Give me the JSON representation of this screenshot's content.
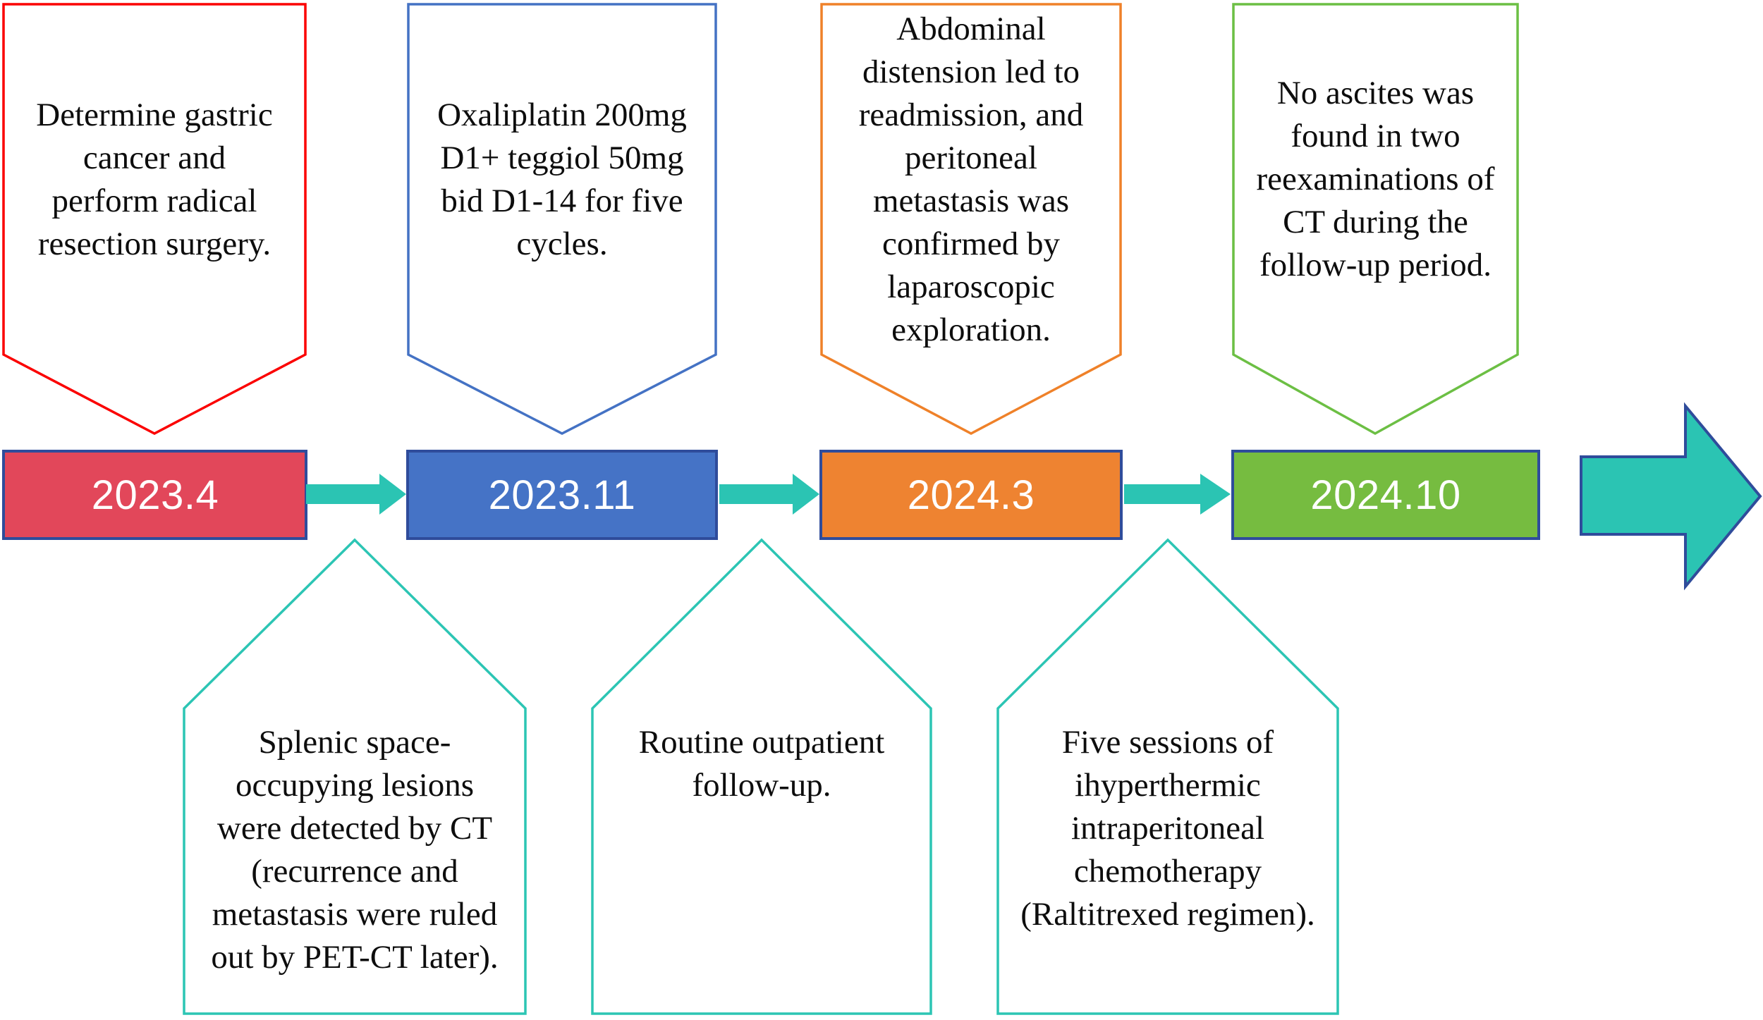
{
  "top_callouts": [
    {
      "text": "Determine gastric\ncancer and\nperform radical\nresection surgery.",
      "border_color": "#FB0000"
    },
    {
      "text": "Oxaliplatin 200mg\nD1+ teggiol 50mg\nbid D1-14 for five\ncycles.",
      "border_color": "#4472C4"
    },
    {
      "text": "Abdominal\ndistension led to\nreadmission, and\nperitoneal\nmetastasis was\nconfirmed by\nlaparoscopic\nexploration.",
      "border_color": "#EF8129"
    },
    {
      "text": "No ascites was\nfound in two\nreexaminations of\nCT during the\nfollow-up period.",
      "border_color": "#6CBF44"
    }
  ],
  "milestones": [
    {
      "date": "2023.4",
      "fill": "#E2475A"
    },
    {
      "date": "2023.11",
      "fill": "#4573C6"
    },
    {
      "date": "2024.3",
      "fill": "#EE8331"
    },
    {
      "date": "2024.10",
      "fill": "#76BC40"
    }
  ],
  "bottom_callouts": [
    {
      "text": "Splenic space-\noccupying lesions\nwere detected by CT\n(recurrence and\nmetastasis were ruled\nout by PET-CT later)."
    },
    {
      "text": "Routine outpatient\nfollow-up."
    },
    {
      "text": "Five sessions of\nihyperthermic\nintraperitoneal\nchemotherapy\n(Raltitrexed regimen)."
    }
  ],
  "colors": {
    "arrow": "#2BC4B3",
    "milestone_border": "#2F4C9B",
    "bottom_callout_border": "#2CC5B4",
    "callout_fill": "#FFFFFF",
    "date_text": "#FFFFFF",
    "note_text": "#0D0D0D"
  }
}
